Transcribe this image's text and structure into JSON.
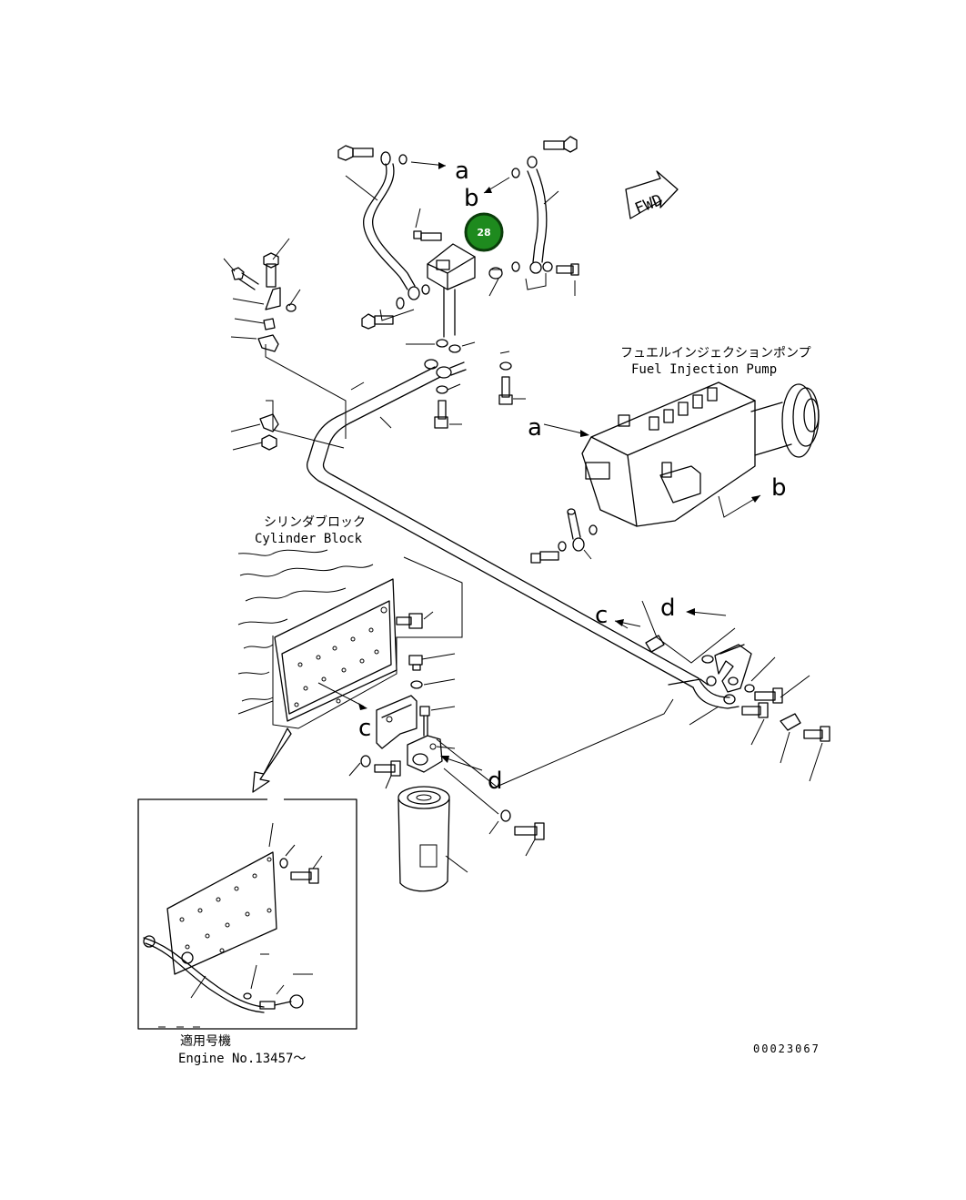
{
  "title_block": {
    "fwd_label": "FWD",
    "drawing_number": "00023067"
  },
  "labels": {
    "pump_jp": "フュエルインジェクションポンプ",
    "pump_en": "Fuel Injection Pump",
    "block_jp": "シリンダブロック",
    "block_en": "Cylinder Block",
    "applicable_jp": "適用号機",
    "applicable_en": "Engine No.13457～"
  },
  "connection_letters": {
    "a": "a",
    "b": "b",
    "c": "c",
    "d": "d"
  },
  "reference_badge": {
    "number": "28",
    "color": "#1e8a1e"
  }
}
